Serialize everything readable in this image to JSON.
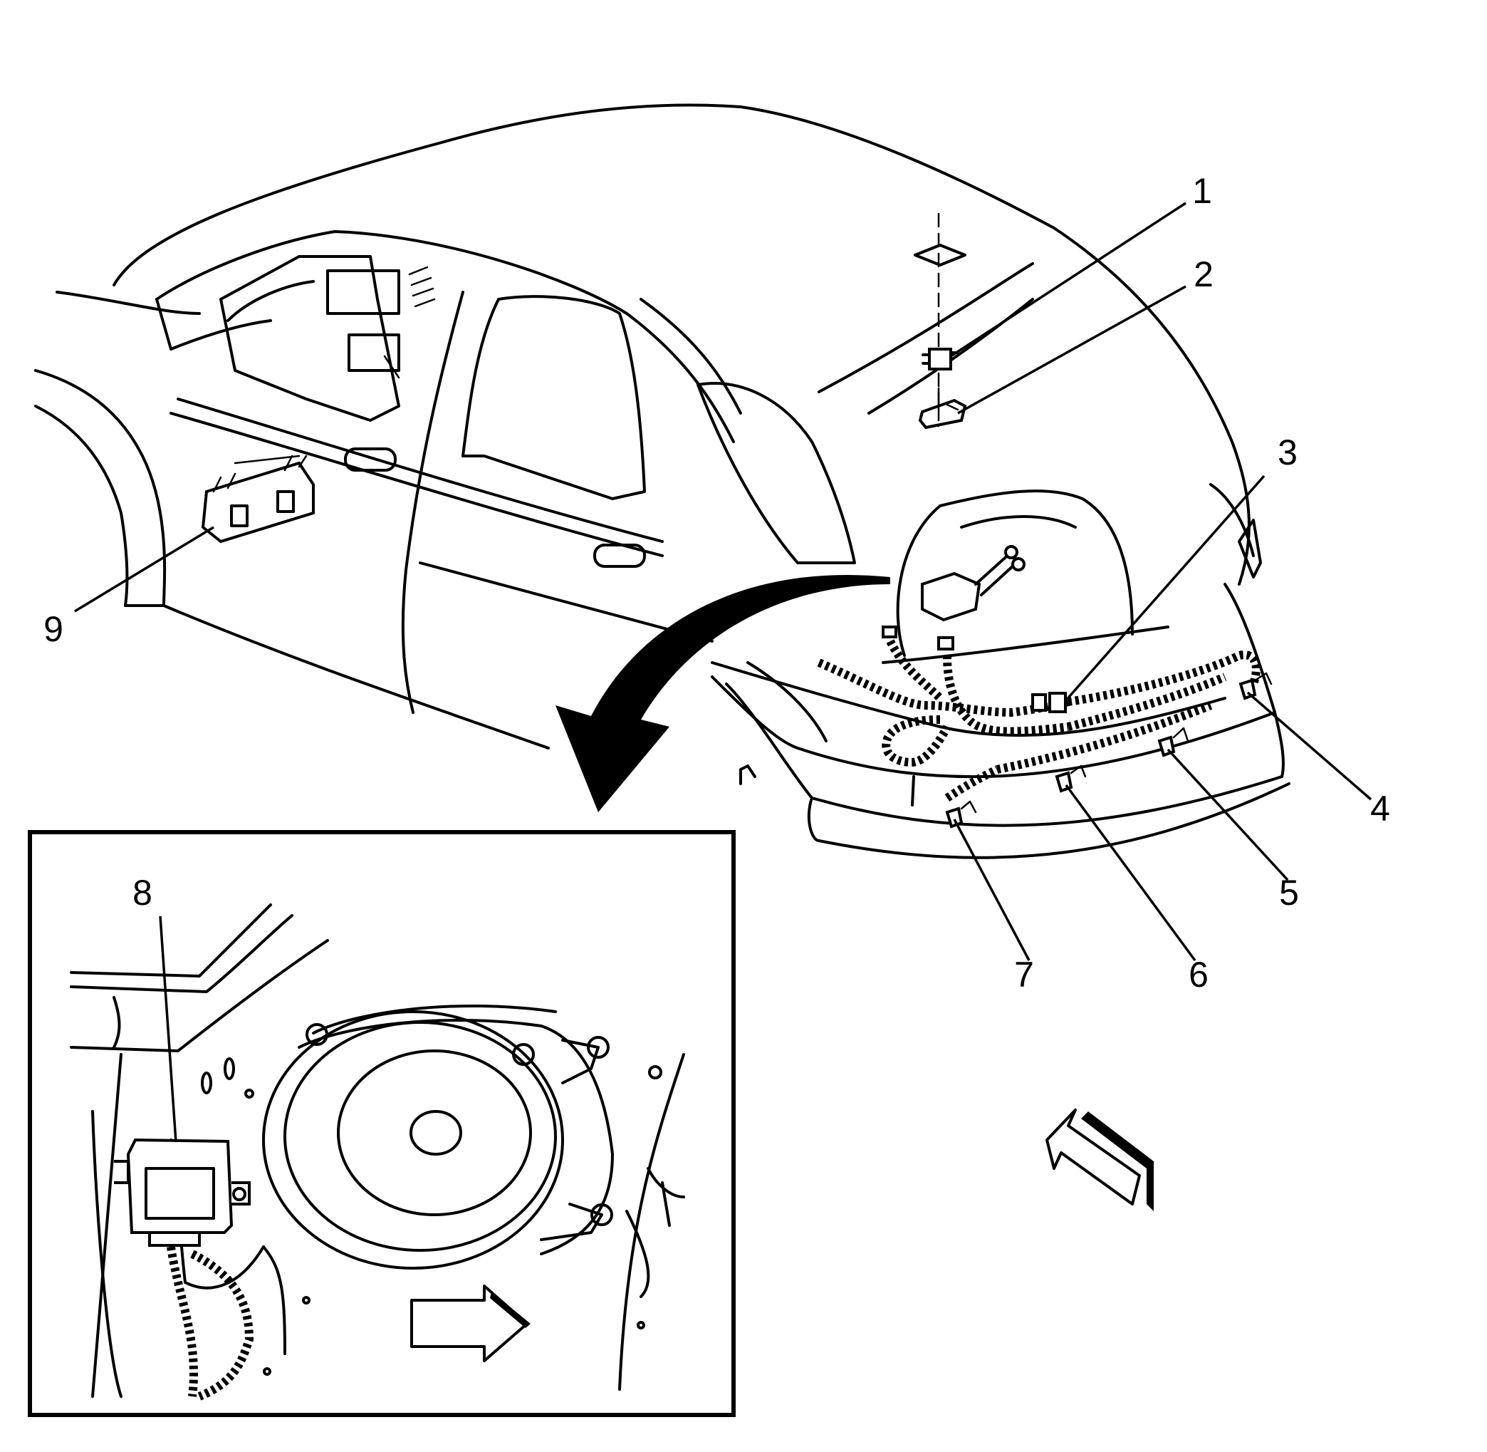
{
  "callouts": [
    {
      "id": "1",
      "label": "1"
    },
    {
      "id": "2",
      "label": "2"
    },
    {
      "id": "3",
      "label": "3"
    },
    {
      "id": "4",
      "label": "4"
    },
    {
      "id": "5",
      "label": "5"
    },
    {
      "id": "6",
      "label": "6"
    },
    {
      "id": "7",
      "label": "7"
    },
    {
      "id": "8",
      "label": "8"
    },
    {
      "id": "9",
      "label": "9"
    }
  ],
  "icons": {
    "view_arrow": "curved-view-arrow-icon",
    "direction_arrow_main": "front-direction-arrow-icon",
    "direction_arrow_inset": "front-direction-arrow-icon"
  },
  "colors": {
    "line": "#000000",
    "background": "#ffffff"
  }
}
